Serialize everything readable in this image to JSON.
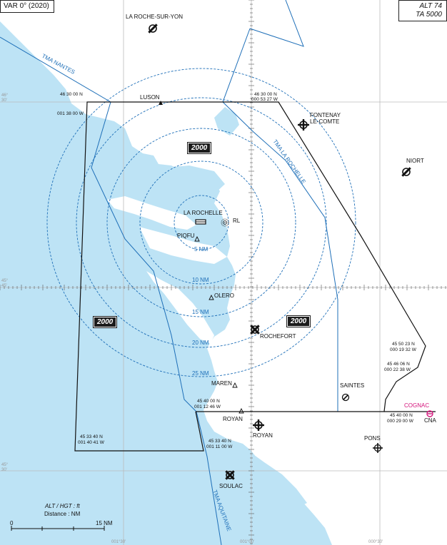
{
  "header": {
    "var": "VAR 0° (2020)",
    "alt": "ALT 74",
    "ta": "TA 5000"
  },
  "places": {
    "la_roche_sur_yon": "LA ROCHE-SUR-YON",
    "luson": "LUSON",
    "fontenay_1": "FONTENAY",
    "fontenay_2": "LE-COMTE",
    "niort": "NIORT",
    "la_rochelle": "LA ROCHELLE",
    "rl": "RL",
    "piqfu": "PIQFU",
    "olero": "OLERO",
    "rochefort": "ROCHEFORT",
    "maren": "MAREN",
    "saintes": "SAINTES",
    "cognac": "COGNAC",
    "cna": "CNA",
    "royan_point": "ROYAN",
    "royan": "ROYAN",
    "pons": "PONS",
    "soulac": "SOULAC"
  },
  "tma": {
    "nantes": "TMA NANTES",
    "la_rochelle": "TMA LA ROCHELLE",
    "aquitaine": "TMA AQUITAINE"
  },
  "coords": {
    "c1a": "46 30 00 N",
    "c1b": "001 38 00 W",
    "c2a": "46 30 00 N",
    "c2b": "000 53 27 W",
    "c3a": "45 50 23 N",
    "c3b": "000 19 32 W",
    "c4a": "45 46 06 N",
    "c4b": "000 22 38 W",
    "c5a": "45 40 00 N",
    "c5b": "000 29 00 W",
    "c6a": "45 40 00 N",
    "c6b": "001 12 46 W",
    "c7a": "45 33 40 N",
    "c7b": "001 40 41 W",
    "c8a": "45 33 40 N",
    "c8b": "001 11 00 W"
  },
  "sector_altitude": {
    "north": "2000",
    "west": "2000",
    "east": "2000"
  },
  "rings": [
    "5 NM",
    "10 NM",
    "15 NM",
    "20 NM",
    "25 NM"
  ],
  "grid": {
    "lat_46_30": "46°\n30'",
    "lat_45_45": "45°\n45'",
    "lat_45": "45°\n30'",
    "lon_1_30": "001°30'",
    "lon_1_00": "001°00'",
    "lon_0_30": "000°30'"
  },
  "legend": {
    "units": "ALT / HGT : ft",
    "distance": "Distance : NM",
    "zero": "0",
    "fifteen": "15 NM"
  },
  "colors": {
    "sea": "#bde3f5",
    "tma_line": "#1e6fb8",
    "ring": "#1e6fb8",
    "boundary": "#111111",
    "cognac": "#d4127a"
  }
}
